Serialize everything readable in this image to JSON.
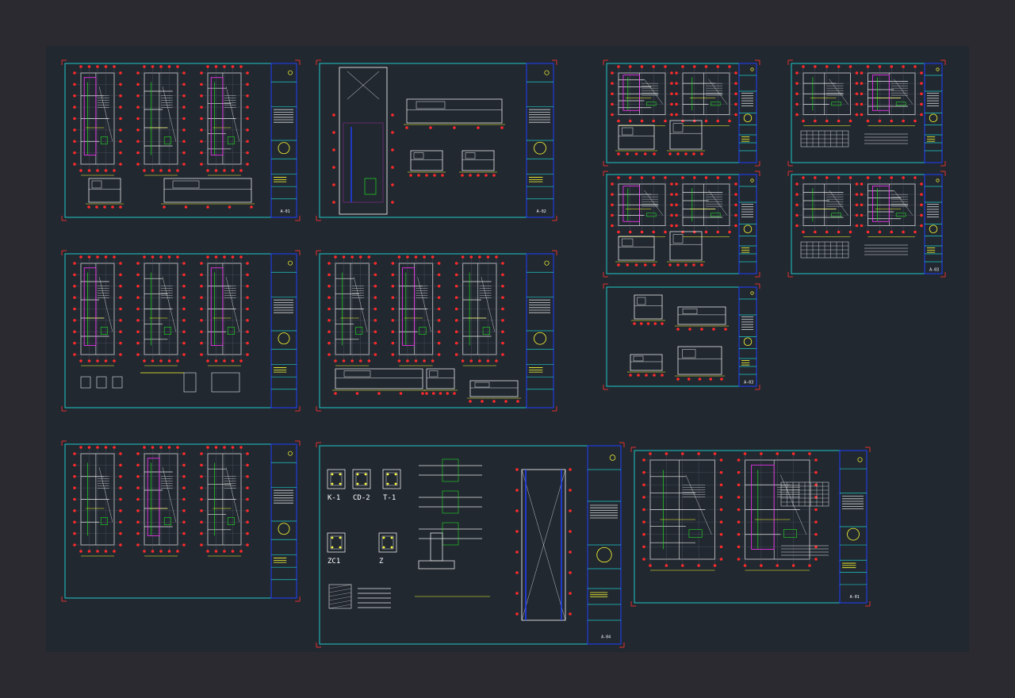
{
  "window": {
    "background": "#2b2a30",
    "modelspace_background": "#212830"
  },
  "colors": {
    "frame": "#20c8c8",
    "titleblock": "#2040ff",
    "axis_marker": "#ff2a2a",
    "wall": "#e8e8e8",
    "dimension": "#ffff33",
    "green": "#22dd22",
    "magenta": "#ff33ff",
    "corner_mark": "#e03030"
  },
  "sheets": [
    {
      "id": "sheet-1",
      "sheet_code": "A-01"
    },
    {
      "id": "sheet-2",
      "sheet_code": "A-02"
    },
    {
      "id": "sheet-3",
      "sheet_code": ""
    },
    {
      "id": "sheet-4",
      "sheet_code": ""
    },
    {
      "id": "sheet-5",
      "sheet_code": ""
    },
    {
      "id": "sheet-6",
      "sheet_code": ""
    },
    {
      "id": "sheet-7",
      "sheet_code": ""
    },
    {
      "id": "sheet-8",
      "sheet_code": "A-03"
    },
    {
      "id": "sheet-9",
      "sheet_code": "A-03"
    },
    {
      "id": "sheet-10",
      "sheet_code": ""
    },
    {
      "id": "sheet-11",
      "sheet_code": "A-04"
    },
    {
      "id": "sheet-12",
      "sheet_code": "A-01"
    }
  ],
  "structural_details": {
    "labels": [
      "K-1",
      "CD-2",
      "T-1",
      "ZC1",
      "Z"
    ]
  }
}
